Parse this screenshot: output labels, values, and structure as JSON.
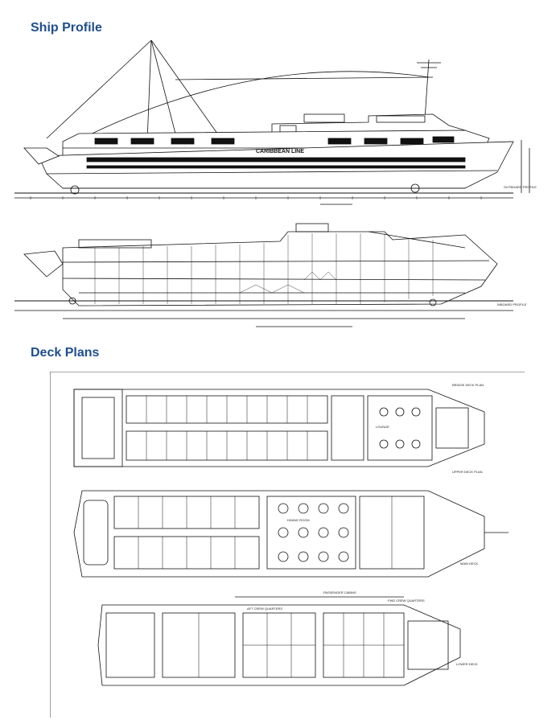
{
  "headings": {
    "profile": "Ship Profile",
    "deck_plans": "Deck Plans"
  },
  "drawing_labels": {
    "ship_name": "CARIBBEAN LINE",
    "outboard_profile": "OUTBOARD PROFILE",
    "inboard_profile": "INBOARD PROFILE",
    "bridge_deck_plan": "BRIDGE DECK PLAN",
    "upper_deck_plan": "UPPER DECK PLAN",
    "main_deck": "MAIN DECK",
    "lower_deck": "LOWER DECK",
    "aft_crew_quarters": "AFT CREW QUARTERS",
    "fwd_crew_quarters": "FWD CREW QUARTERS",
    "passenger_cabins": "PASSENGER CABINS",
    "dining_room": "DINING ROOM",
    "lounge": "LOUNGE"
  },
  "colors": {
    "heading": "#1f4e8c",
    "line": "#111111"
  }
}
